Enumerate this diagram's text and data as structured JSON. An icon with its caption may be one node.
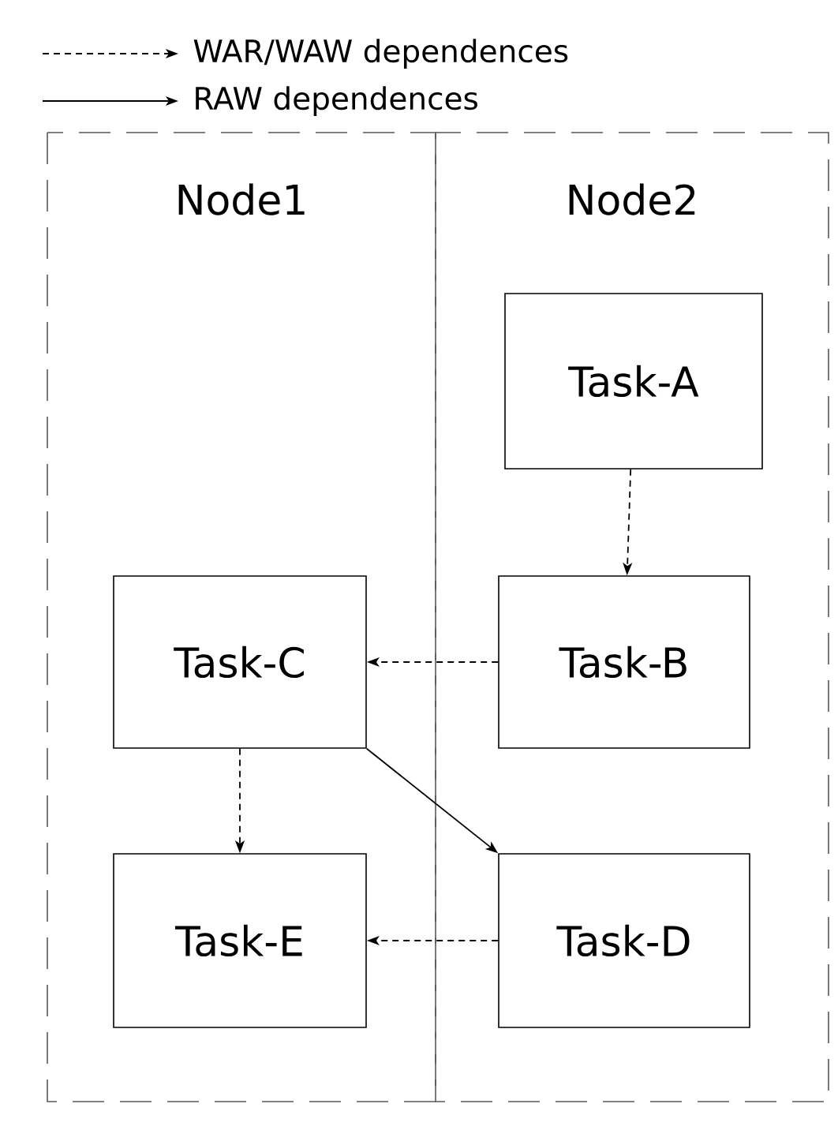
{
  "diagram": {
    "nodes": [
      {
        "text": [
          "Node1"
        ]
      },
      {
        "text": [
          "Node2"
        ]
      },
      {
        "text": [
          "Task-A"
        ],
        "in": 1
      },
      {
        "text": [
          "Task-B"
        ],
        "in": 1
      },
      {
        "text": [
          "Task-C"
        ],
        "in": 0
      },
      {
        "text": [
          "Task-D"
        ],
        "in": 1
      },
      {
        "text": [
          "Task-E"
        ],
        "in": 0
      }
    ],
    "edges": [
      {
        "from": 2,
        "to": 3,
        "arrow": "to",
        "style": "dashed"
      },
      {
        "from": 3,
        "to": 4,
        "arrow": "to",
        "style": "dashed"
      },
      {
        "from": 4,
        "to": 6,
        "arrow": "to",
        "style": "dashed"
      },
      {
        "from": 4,
        "to": 5,
        "arrow": "to"
      },
      {
        "from": 5,
        "to": 6,
        "arrow": "to",
        "style": "dashed"
      }
    ],
    "legend": [
      {
        "text": "WAR/WAW dependences"
      },
      {
        "text": "RAW dependences"
      }
    ]
  }
}
